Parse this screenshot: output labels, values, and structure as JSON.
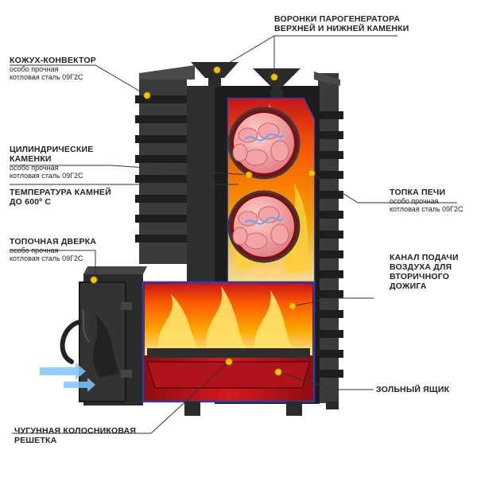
{
  "labels": {
    "funnels": {
      "title_line1": "ВОРОНКИ ПАРОГЕНЕРАТОРА",
      "title_line2": "ВЕРХНЕЙ И НИЖНЕЙ КАМЕНКИ"
    },
    "convector": {
      "title": "КОЖУХ-КОНВЕКТОР",
      "sub_line1": "особо прочная",
      "sub_line2": "котловая сталь 09Г2С"
    },
    "stones": {
      "title_line1": "ЦИЛИНДРИЧЕСКИЕ",
      "title_line2": "КАМЕНКИ",
      "sub_line1": "особо прочная",
      "sub_line2": "котловая сталь 09Г2С"
    },
    "temperature": {
      "title_line1": "ТЕМПЕРАТУРА КАМНЕЙ",
      "title_line2": "ДО 600º С"
    },
    "firebox": {
      "title": "ТОПКА ПЕЧИ",
      "sub_line1": "особо прочная",
      "sub_line2": "котловая сталь 09Г2С"
    },
    "door": {
      "title": "ТОПОЧНАЯ ДВЕРКА",
      "sub_line1": "особо прочная",
      "sub_line2": "котловая сталь 09Г2С"
    },
    "air_channel": {
      "title_line1": "КАНАЛ ПОДАЧИ",
      "title_line2": "ВОЗДУХА ДЛЯ",
      "title_line3": "ВТОРИЧНОГО",
      "title_line4": "ДОЖИГА"
    },
    "ash_box": {
      "title": "ЗОЛЬНЫЙ ЯЩИК"
    },
    "grate": {
      "title_line1": "ЧУГУННАЯ КОЛОСНИКОВАЯ",
      "title_line2": "РЕШЕТКА"
    }
  },
  "colors": {
    "steel": "#3a3a3a",
    "fire": "#ff6a00",
    "cutaway": "#c8161d",
    "outline": "#2a3fa8",
    "marker": "#f5c400"
  }
}
